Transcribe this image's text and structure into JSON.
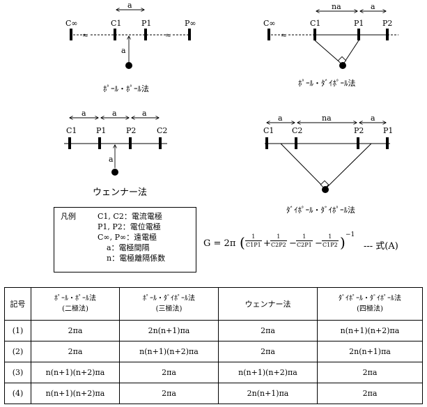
{
  "diagram1": {
    "labels": {
      "c_inf": "C∞",
      "c1": "C1",
      "p1": "P1",
      "p_inf": "P∞",
      "spacing": "a",
      "depth": "a"
    },
    "caption": "ﾎﾟｰﾙ・ﾎﾟｰﾙ法"
  },
  "diagram2": {
    "labels": {
      "c_inf": "C∞",
      "c1": "C1",
      "p1": "P1",
      "p2": "P2",
      "spacing_na": "na",
      "spacing_a": "a"
    },
    "caption": "ﾎﾟｰﾙ・ﾀﾞｲﾎﾟｰﾙ法"
  },
  "diagram3": {
    "labels": {
      "c1": "C1",
      "p1": "P1",
      "p2": "P2",
      "c2": "C2",
      "spacing1": "a",
      "spacing2": "a",
      "spacing3": "a",
      "depth": "a"
    },
    "caption": "ウェンナー法"
  },
  "diagram4": {
    "labels": {
      "c1": "C1",
      "c2": "C2",
      "p2": "P2",
      "p1": "P1",
      "spacing_a1": "a",
      "spacing_na": "na",
      "spacing_a2": "a"
    },
    "caption": "ﾀﾞｲﾎﾟｰﾙ・ﾀﾞｲﾎﾟｰﾙ法"
  },
  "legend": {
    "title": "凡例",
    "rows": [
      "C1, C2：電流電極",
      "P1, P2：電位電極",
      "C∞, P∞：遠電極",
      "a：電極間隔",
      "n：電極離隔係数"
    ]
  },
  "formula": {
    "lhs": "G = 2π",
    "terms": [
      {
        "sign": "",
        "num": "1",
        "den": "C1P1"
      },
      {
        "sign": "+",
        "num": "1",
        "den": "C2P2"
      },
      {
        "sign": "−",
        "num": "1",
        "den": "C2P1"
      },
      {
        "sign": "−",
        "num": "1",
        "den": "C1P2"
      }
    ],
    "exponent": "−1",
    "tag": "---  式(A)"
  },
  "table": {
    "header": [
      "記号",
      "ﾎﾟｰﾙ・ﾎﾟｰﾙ法\n(二極法)",
      "ﾎﾟｰﾙ・ﾀﾞｲﾎﾟｰﾙ法\n(三極法)",
      "ウェンナー法",
      "ﾀﾞｲﾎﾟｰﾙ・ﾀﾞｲﾎﾟｰﾙ法\n(四極法)"
    ],
    "rows": [
      [
        "(1)",
        "2πa",
        "2n(n+1)πa",
        "2πa",
        "n(n+1)(n+2)πa"
      ],
      [
        "(2)",
        "2πa",
        "n(n+1)(n+2)πa",
        "2πa",
        "2n(n+1)πa"
      ],
      [
        "(3)",
        "n(n+1)(n+2)πa",
        "2πa",
        "n(n+1)(n+2)πa",
        "2πa"
      ],
      [
        "(4)",
        "n(n+1)(n+2)πa",
        "2πa",
        "2n(n+1)πa",
        "2πa"
      ]
    ]
  }
}
